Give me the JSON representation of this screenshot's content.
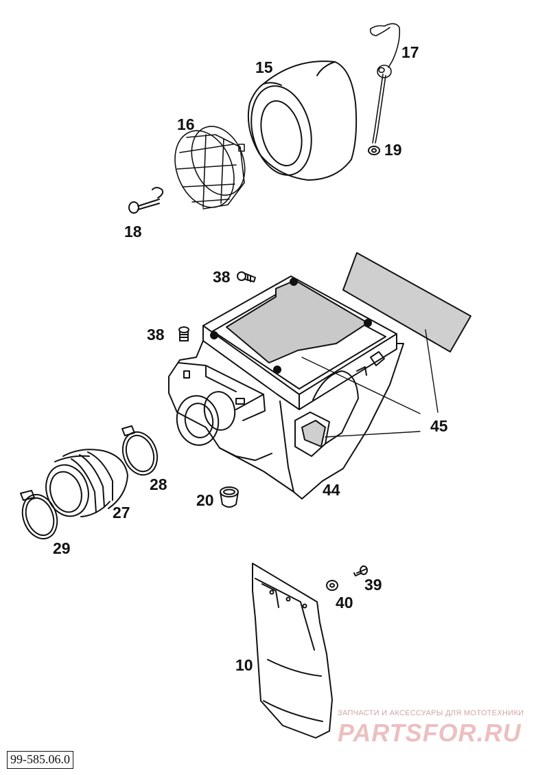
{
  "diagram": {
    "callouts": [
      {
        "id": "15",
        "text": "15"
      },
      {
        "id": "16",
        "text": "16"
      },
      {
        "id": "17",
        "text": "17"
      },
      {
        "id": "18",
        "text": "18"
      },
      {
        "id": "19",
        "text": "19"
      },
      {
        "id": "38a",
        "text": "38"
      },
      {
        "id": "38b",
        "text": "38"
      },
      {
        "id": "45",
        "text": "45"
      },
      {
        "id": "44",
        "text": "44"
      },
      {
        "id": "28",
        "text": "28"
      },
      {
        "id": "27",
        "text": "27"
      },
      {
        "id": "29",
        "text": "29"
      },
      {
        "id": "20",
        "text": "20"
      },
      {
        "id": "39",
        "text": "39"
      },
      {
        "id": "40",
        "text": "40"
      },
      {
        "id": "10",
        "text": "10"
      }
    ],
    "document_number": "99-585.06.0",
    "watermark": {
      "tagline": "ЗАПЧАСТИ И АКСЕССУАРЫ ДЛЯ МОТОТЕХНИКИ",
      "brand": "PARTSFOR.RU",
      "color": "#e8b4b4"
    }
  }
}
